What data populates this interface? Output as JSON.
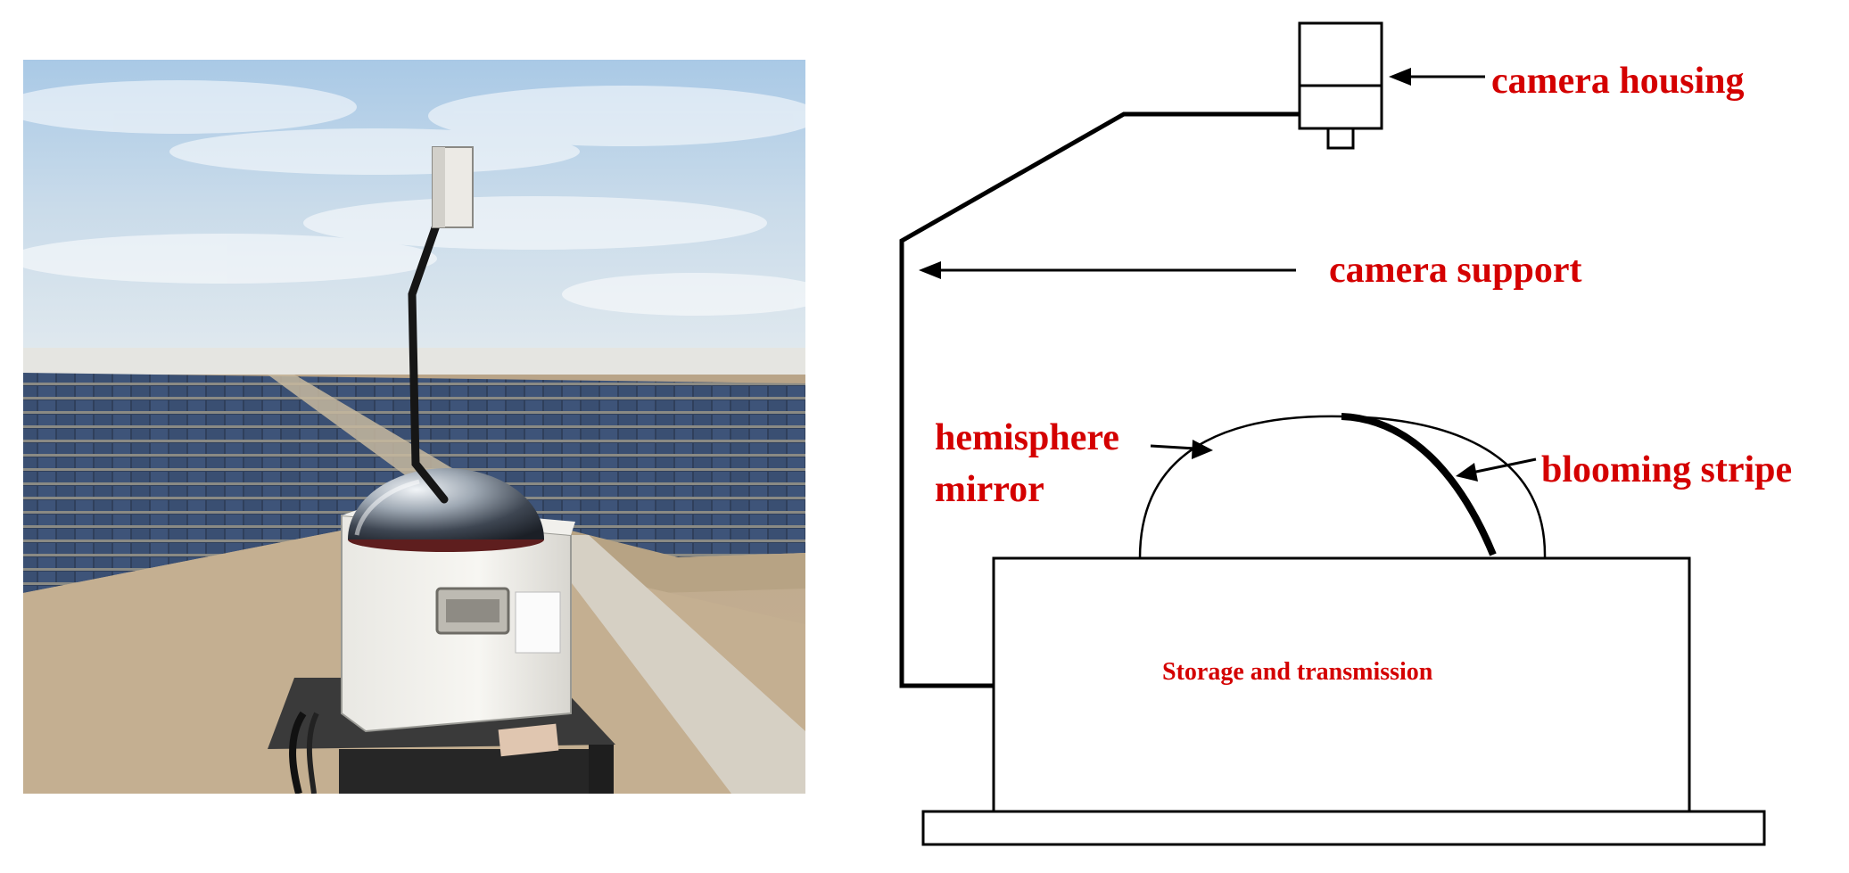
{
  "labels": {
    "camera_housing": "camera housing",
    "camera_support": "camera support",
    "hemisphere_line1": "hemisphere",
    "hemisphere_line2": "mirror",
    "blooming_stripe": "blooming stripe",
    "storage": "Storage and transmission"
  },
  "colors": {
    "label_red": "#d40000",
    "line_black": "#000000"
  }
}
